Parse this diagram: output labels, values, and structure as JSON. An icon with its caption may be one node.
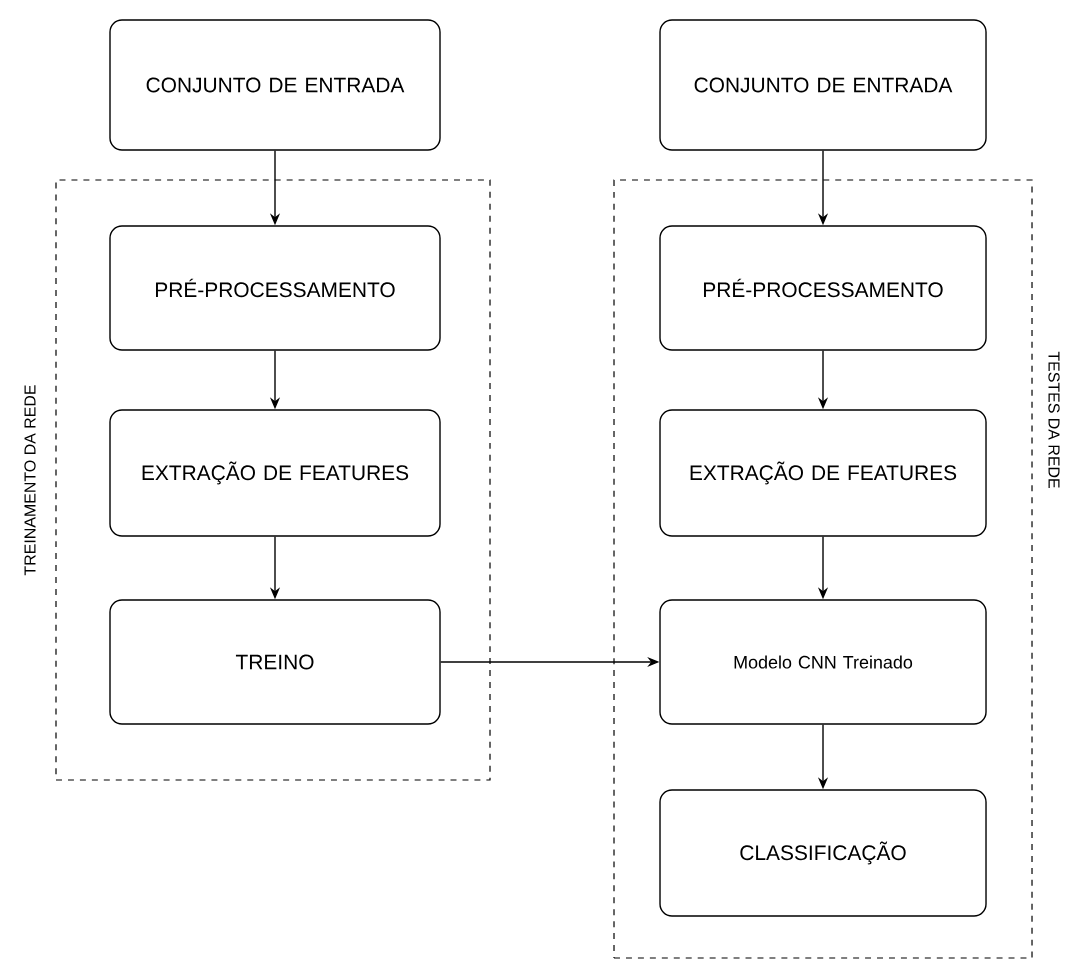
{
  "diagram": {
    "nodes": [
      {
        "text": [
          "CONJUNTO DE ENTRADA"
        ]
      },
      {
        "text": [
          "TREINAMENTO DA REDE"
        ]
      },
      {
        "text": [
          "PRÉ-PROCESSAMENTO"
        ],
        "in": 1
      },
      {
        "text": [
          "EXTRAÇÃO DE FEATURES"
        ],
        "in": 1
      },
      {
        "text": [
          "TREINO"
        ],
        "in": 1
      },
      {
        "text": [
          "CONJUNTO DE ENTRADA"
        ]
      },
      {
        "text": [
          "TESTES DA REDE"
        ]
      },
      {
        "text": [
          "PRÉ-PROCESSAMENTO"
        ],
        "in": 6
      },
      {
        "text": [
          "EXTRAÇÃO DE FEATURES"
        ],
        "in": 6
      },
      {
        "text": [
          "Modelo CNN Treinado"
        ],
        "in": 6
      },
      {
        "text": [
          "CLASSIFICAÇÃO"
        ],
        "in": 6
      }
    ],
    "edges": [
      {
        "from": 0,
        "to": 2,
        "arrow": "to"
      },
      {
        "from": 2,
        "to": 3,
        "arrow": "to"
      },
      {
        "from": 3,
        "to": 4,
        "arrow": "to"
      },
      {
        "from": 4,
        "to": 9,
        "arrow": "to"
      },
      {
        "from": 5,
        "to": 7,
        "arrow": "to"
      },
      {
        "from": 7,
        "to": 8,
        "arrow": "to"
      },
      {
        "from": 8,
        "to": 9,
        "arrow": "to"
      },
      {
        "from": 9,
        "to": 10,
        "arrow": "to"
      }
    ]
  }
}
